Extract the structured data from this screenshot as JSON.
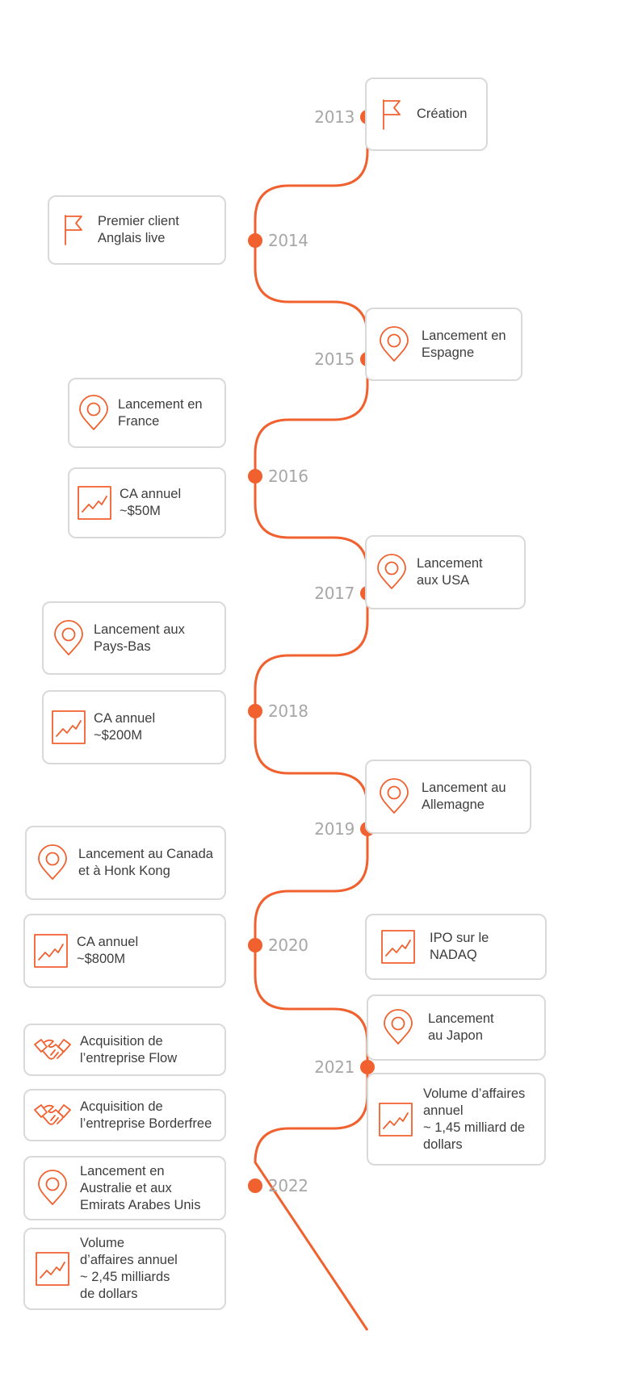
{
  "colors": {
    "accent": "#f0612f",
    "year_text": "#a7a7a7",
    "card_border": "#d9d9d9",
    "label_text": "#3d3d3d"
  },
  "years": [
    "2013",
    "2014",
    "2015",
    "2016",
    "2017",
    "2018",
    "2019",
    "2020",
    "2021",
    "2022"
  ],
  "milestones": [
    {
      "year": "2013",
      "icon": "flag-icon",
      "text": "Création"
    },
    {
      "year": "2014",
      "icon": "flag-icon",
      "text": "Premier client\nAnglais live"
    },
    {
      "year": "2015",
      "icon": "location-pin-icon",
      "text": "Lancement en\nEspagne"
    },
    {
      "year": "2016",
      "icon": "location-pin-icon",
      "text": "Lancement en\nFrance"
    },
    {
      "year": "2016",
      "icon": "growth-chart-icon",
      "text": "CA annuel\n~$50M"
    },
    {
      "year": "2017",
      "icon": "location-pin-icon",
      "text": "Lancement\naux USA"
    },
    {
      "year": "2018",
      "icon": "location-pin-icon",
      "text": "Lancement aux\nPays-Bas"
    },
    {
      "year": "2018",
      "icon": "growth-chart-icon",
      "text": "CA annuel\n~$200M"
    },
    {
      "year": "2019",
      "icon": "location-pin-icon",
      "text": "Lancement au\nAllemagne"
    },
    {
      "year": "2020",
      "icon": "location-pin-icon",
      "text": "Lancement au Canada\net à Honk Kong"
    },
    {
      "year": "2020",
      "icon": "growth-chart-icon",
      "text": "CA annuel\n~$800M"
    },
    {
      "year": "2021",
      "icon": "growth-chart-icon",
      "text": "IPO sur le\nNADAQ"
    },
    {
      "year": "2021",
      "icon": "location-pin-icon",
      "text": "Lancement\nau Japon"
    },
    {
      "year": "2021",
      "icon": "growth-chart-icon",
      "text": "Volume d’affaires\nannuel\n~ 1,45 milliard de\ndollars"
    },
    {
      "year": "2022",
      "icon": "handshake-icon",
      "text": "Acquisition de\nl’entreprise Flow"
    },
    {
      "year": "2022",
      "icon": "handshake-icon",
      "text": "Acquisition de\nl’entreprise Borderfree"
    },
    {
      "year": "2022",
      "icon": "location-pin-icon",
      "text": "Lancement en\nAustralie et aux\nEmirats Arabes Unis"
    },
    {
      "year": "2022",
      "icon": "growth-chart-icon",
      "text": "Volume\nd’affaires annuel\n~ 2,45 milliards\nde dollars"
    }
  ]
}
